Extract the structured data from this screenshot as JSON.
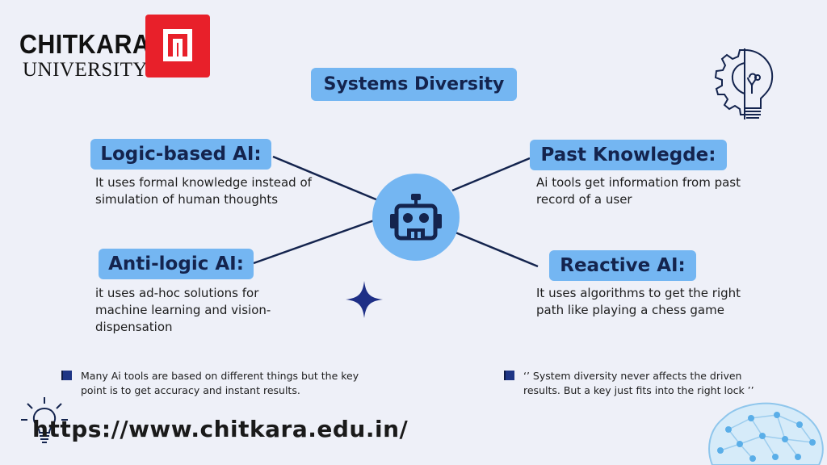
{
  "logo": {
    "name": "CHITKARA",
    "subtitle": "UNIVERSITY",
    "brand_color": "#e8202a"
  },
  "title": "Systems Diversity",
  "items": [
    {
      "heading": "Logic-based AI:",
      "desc": "It uses formal knowledge instead of simulation of human thoughts"
    },
    {
      "heading": "Past Knowlegde:",
      "desc": "Ai tools get information from past record of a user"
    },
    {
      "heading": "Anti-logic AI:",
      "desc": "it uses ad-hoc solutions for machine learning and vision-dispensation"
    },
    {
      "heading": "Reactive AI:",
      "desc": "It uses algorithms to get the right path like playing a chess game"
    }
  ],
  "notes": [
    "Many Ai tools are based on different things but the key point is to get accuracy and instant results.",
    "‘’ System diversity never affects the driven results. But a key just fits into the right lock ’’"
  ],
  "url": "https://www.chitkara.edu.in/",
  "colors": {
    "pill": "#74b6f2",
    "accent_dark": "#1e3585",
    "background": "#eef0f8"
  },
  "icons": [
    "robot-icon",
    "sparkle-icon",
    "gear-bulb-icon",
    "lightbulb-icon",
    "brain-network-icon"
  ]
}
